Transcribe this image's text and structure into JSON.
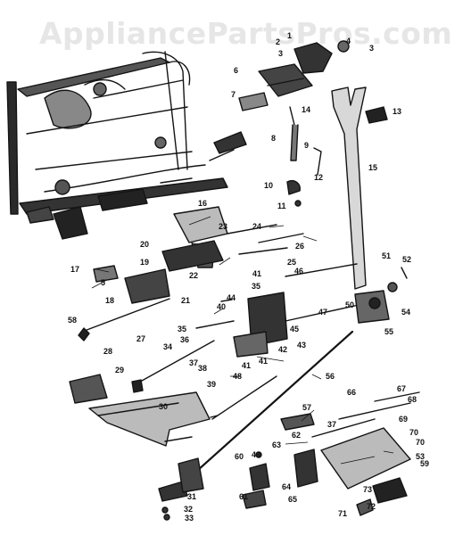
{
  "watermark": "AppliancePartsPros.com",
  "colors": {
    "ink": "#141414",
    "background": "#ffffff",
    "watermark": "#e6e6e6"
  },
  "callouts": [
    "1",
    "2",
    "3",
    "3",
    "4",
    "5",
    "6",
    "7",
    "8",
    "9",
    "10",
    "11",
    "12",
    "13",
    "14",
    "15",
    "16",
    "17",
    "18",
    "19",
    "20",
    "21",
    "22",
    "23",
    "24",
    "25",
    "26",
    "27",
    "28",
    "29",
    "30",
    "31",
    "32",
    "33",
    "34",
    "35",
    "35",
    "36",
    "37",
    "37",
    "38",
    "39",
    "40",
    "41",
    "41",
    "41",
    "42",
    "43",
    "44",
    "45",
    "46",
    "47",
    "48",
    "49",
    "50",
    "51",
    "52",
    "53",
    "54",
    "55",
    "56",
    "57",
    "58",
    "59",
    "60",
    "61",
    "62",
    "63",
    "64",
    "65",
    "66",
    "67",
    "68",
    "69",
    "70",
    "70",
    "71",
    "72",
    "73"
  ]
}
